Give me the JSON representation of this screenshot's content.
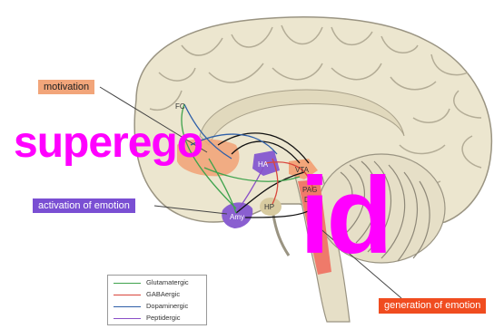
{
  "callouts": {
    "motivation": "motivation",
    "activation": "activation of emotion",
    "generation": "generation of emotion"
  },
  "overlays": {
    "superego": "superego",
    "id": "id"
  },
  "regions": {
    "fc": "FC",
    "ha": "HA",
    "vta": "VTA",
    "pag": "PAG",
    "dr": "DR",
    "hp": "HP",
    "amy": "Amy"
  },
  "legend": [
    {
      "label": "Glutamatergic",
      "color": "#3fa34d"
    },
    {
      "label": "GABAergic",
      "color": "#d9453b"
    },
    {
      "label": "Dopaminergic",
      "color": "#2e5fa8"
    },
    {
      "label": "Peptidergic",
      "color": "#8a4fc7"
    }
  ],
  "colors": {
    "motivation": "#f2a57a",
    "activation": "#7a4fd3",
    "generation": "#f04c1f",
    "overlay_text": "#ff00ff"
  }
}
